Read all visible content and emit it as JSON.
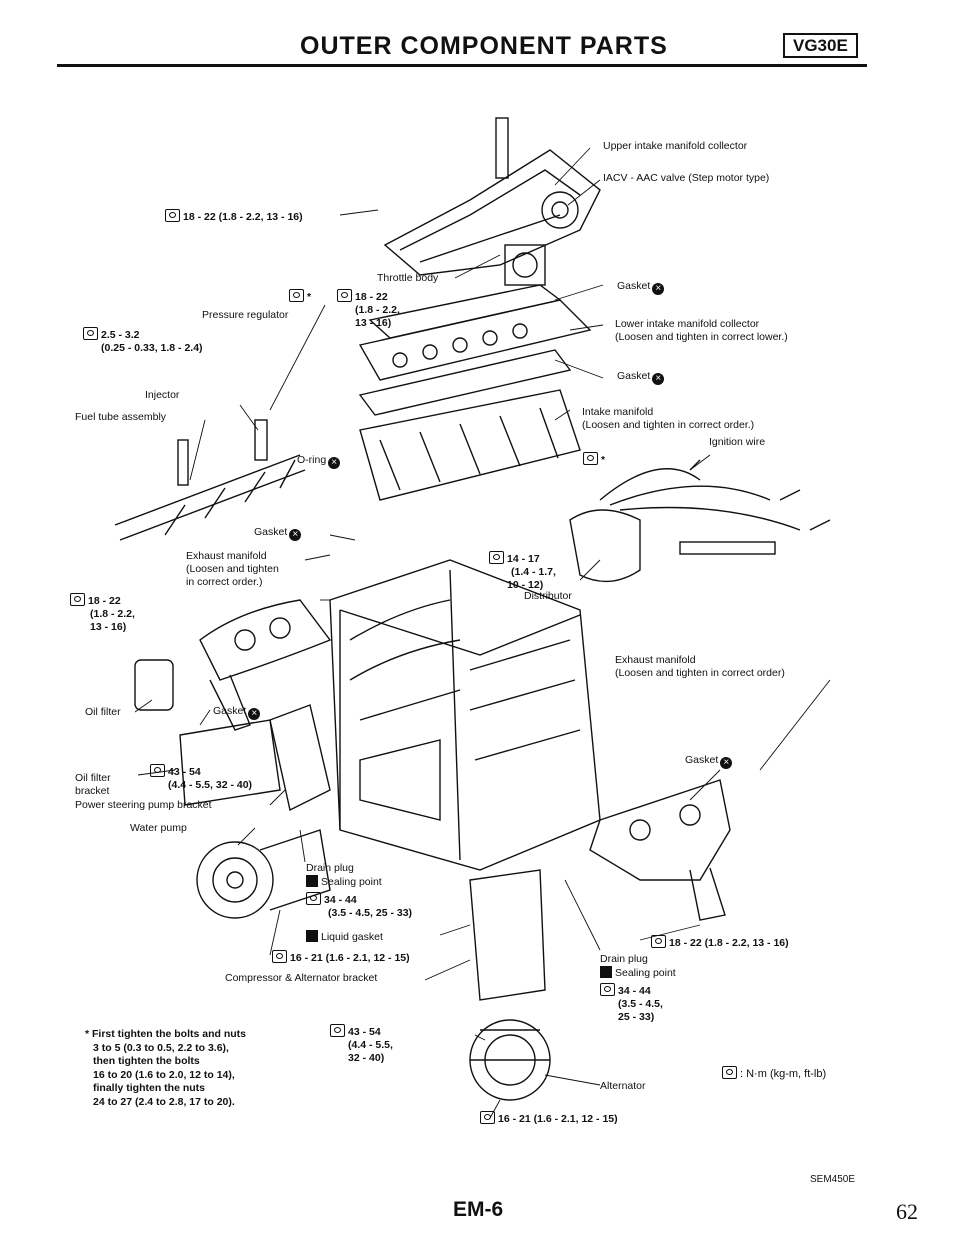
{
  "header": {
    "title": "OUTER COMPONENT PARTS",
    "badge": "VG30E"
  },
  "labels": {
    "upper_collector": "Upper intake manifold collector",
    "iacv": "IACV - AAC valve (Step motor type)",
    "torque_upper": "18 - 22 (1.8 - 2.2, 13 - 16)",
    "throttle_body": "Throttle body",
    "star": "*",
    "torque_throttle_1": "18 - 22",
    "torque_throttle_2": "(1.8 - 2.2,",
    "torque_throttle_3": "13 - 16)",
    "gasket": "Gasket",
    "pressure_regulator": "Pressure regulator",
    "torque_pressure_1": "2.5 - 3.2",
    "torque_pressure_2": "(0.25 - 0.33, 1.8 - 2.4)",
    "lower_collector_1": "Lower intake manifold collector",
    "lower_collector_2": "(Loosen and tighten in correct lower.)",
    "injector": "Injector",
    "fuel_tube": "Fuel tube assembly",
    "intake_manifold_1": "Intake manifold",
    "intake_manifold_2": "(Loosen and tighten in correct order.)",
    "ignition_wire": "Ignition wire",
    "o_ring": "O-ring",
    "exhaust_left_1": "Exhaust manifold",
    "exhaust_left_2": "(Loosen and tighten",
    "exhaust_left_3": "in correct order.)",
    "torque_dist_1": "14 - 17",
    "torque_dist_2": "(1.4 - 1.7,",
    "torque_dist_3": "10 - 12)",
    "distributor": "Distributor",
    "torque_exl_1": "18 - 22",
    "torque_exl_2": "(1.8 - 2.2,",
    "torque_exl_3": "13 - 16)",
    "exhaust_right_1": "Exhaust manifold",
    "exhaust_right_2": "(Loosen and tighten in correct order)",
    "oil_filter": "Oil filter",
    "torque_bracket_1": "43 - 54",
    "torque_bracket_2": "(4.4 - 5.5, 32 - 40)",
    "oil_filter_bracket_1": "Oil filter",
    "oil_filter_bracket_2": "bracket",
    "ps_bracket": "Power steering pump bracket",
    "water_pump": "Water pump",
    "drain_plug": "Drain plug",
    "sealing_point": "Sealing point",
    "torque_drain_1": "34 - 44",
    "torque_drain_2": "(3.5 - 4.5, 25 - 33)",
    "liquid_gasket": "Liquid gasket",
    "torque_16_21": "16 - 21 (1.6 - 2.1, 12 - 15)",
    "compressor_bracket": "Compressor & Alternator bracket",
    "torque_rdrain_1": "34 - 44",
    "torque_rdrain_2": "(3.5 - 4.5,",
    "torque_rdrain_3": "25 - 33)",
    "torque_alt_1": "43 - 54",
    "torque_alt_2": "(4.4 - 5.5,",
    "torque_alt_3": "32 - 40)",
    "alternator": "Alternator",
    "torque_bottom": "16 - 21 (1.6 - 2.1, 12 - 15)"
  },
  "note": {
    "line1": "* First tighten the bolts and nuts",
    "line2": "3 to 5 (0.3 to 0.5, 2.2 to 3.6),",
    "line3": "then tighten the bolts",
    "line4": "16 to 20 (1.6 to 2.0, 12 to 14),",
    "line5": "finally tighten the nuts",
    "line6": "24 to 27 (2.4 to 2.8, 17 to 20)."
  },
  "legend": {
    "units": ": N·m (kg-m, ft-lb)"
  },
  "footer": {
    "figure_code": "SEM450E",
    "page_code": "EM-6",
    "page_number": "62"
  }
}
